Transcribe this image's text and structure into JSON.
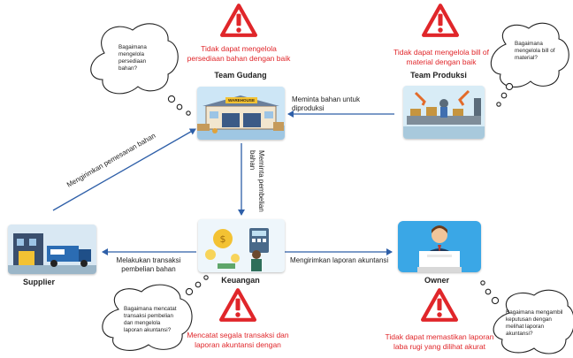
{
  "nodes": {
    "team_gudang": {
      "title": "Team Gudang",
      "sign": "WAREHOUSE"
    },
    "team_produksi": {
      "title": "Team Produksi"
    },
    "supplier": {
      "title": "Supplier"
    },
    "keuangan": {
      "title": "Keuangan"
    },
    "owner": {
      "title": "Owner"
    }
  },
  "warnings": {
    "gudang": [
      "Tidak dapat mengelola",
      "persediaan bahan dengan baik"
    ],
    "produksi": [
      "Tidak dapat mengelola bill of",
      "material dengan baik"
    ],
    "keuangan": [
      "Mencatat segala transaksi dan",
      "laporan akuntansi dengan"
    ],
    "owner": [
      "Tidak dapat memastikan laporan",
      "laba rugi yang dilihat akurat"
    ]
  },
  "edges": {
    "produksi_to_gudang": "Meminta bahan untuk diproduksi",
    "gudang_to_keuangan": [
      "Meminta pembelian",
      "bahan"
    ],
    "supplier_to_gudang": "Mengirimkan pemesanan bahan",
    "keuangan_to_supplier": [
      "Melakukan transaksi",
      "pembelian bahan"
    ],
    "keuangan_to_owner": "Mengirimkan laporan akuntansi"
  },
  "thoughts": {
    "gudang": [
      "Bagaimana",
      "mengelola",
      "persediaan",
      "bahan?"
    ],
    "produksi": [
      "Bagaimana",
      "mengelola bill of",
      "material?"
    ],
    "keuangan": [
      "Bagaimana mencatat",
      "transaksi pembelian",
      "dan mengelola",
      "laporan akuntansi?"
    ],
    "owner": [
      "Bagaimana mengambil",
      "keputusan dengan",
      "melihat laporan",
      "akuntansi?"
    ]
  },
  "colors": {
    "warning_red": "#e0262a",
    "arrow_blue": "#2e5fa8",
    "card_sky": "#cfe8f7",
    "owner_bg": "#3aa7e6"
  }
}
